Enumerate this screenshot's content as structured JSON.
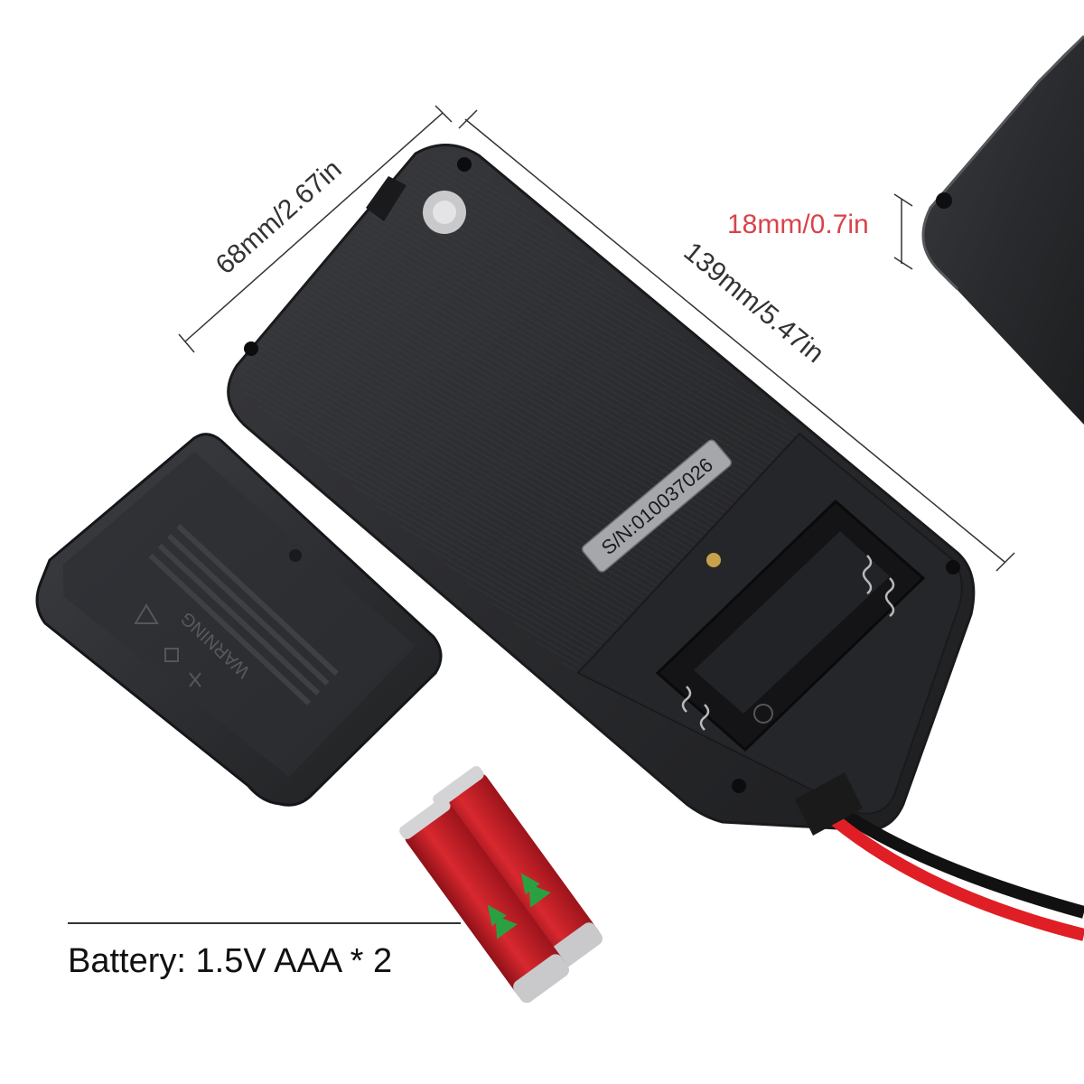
{
  "dimensions": {
    "width_label": "68mm/2.67in",
    "length_label": "139mm/5.47in",
    "thickness_label": "18mm/0.7in"
  },
  "serial_label": "S/N:010037026",
  "cover_text": {
    "warning": "WARNING"
  },
  "battery_label": "Battery: 1.5V AAA * 2",
  "colors": {
    "device_body": "#2c2d30",
    "thickness_label": "#d9434a",
    "dimension_text": "#333333",
    "battery_red": "#c8232c",
    "wire_red": "#e01e25",
    "wire_black": "#111111"
  }
}
